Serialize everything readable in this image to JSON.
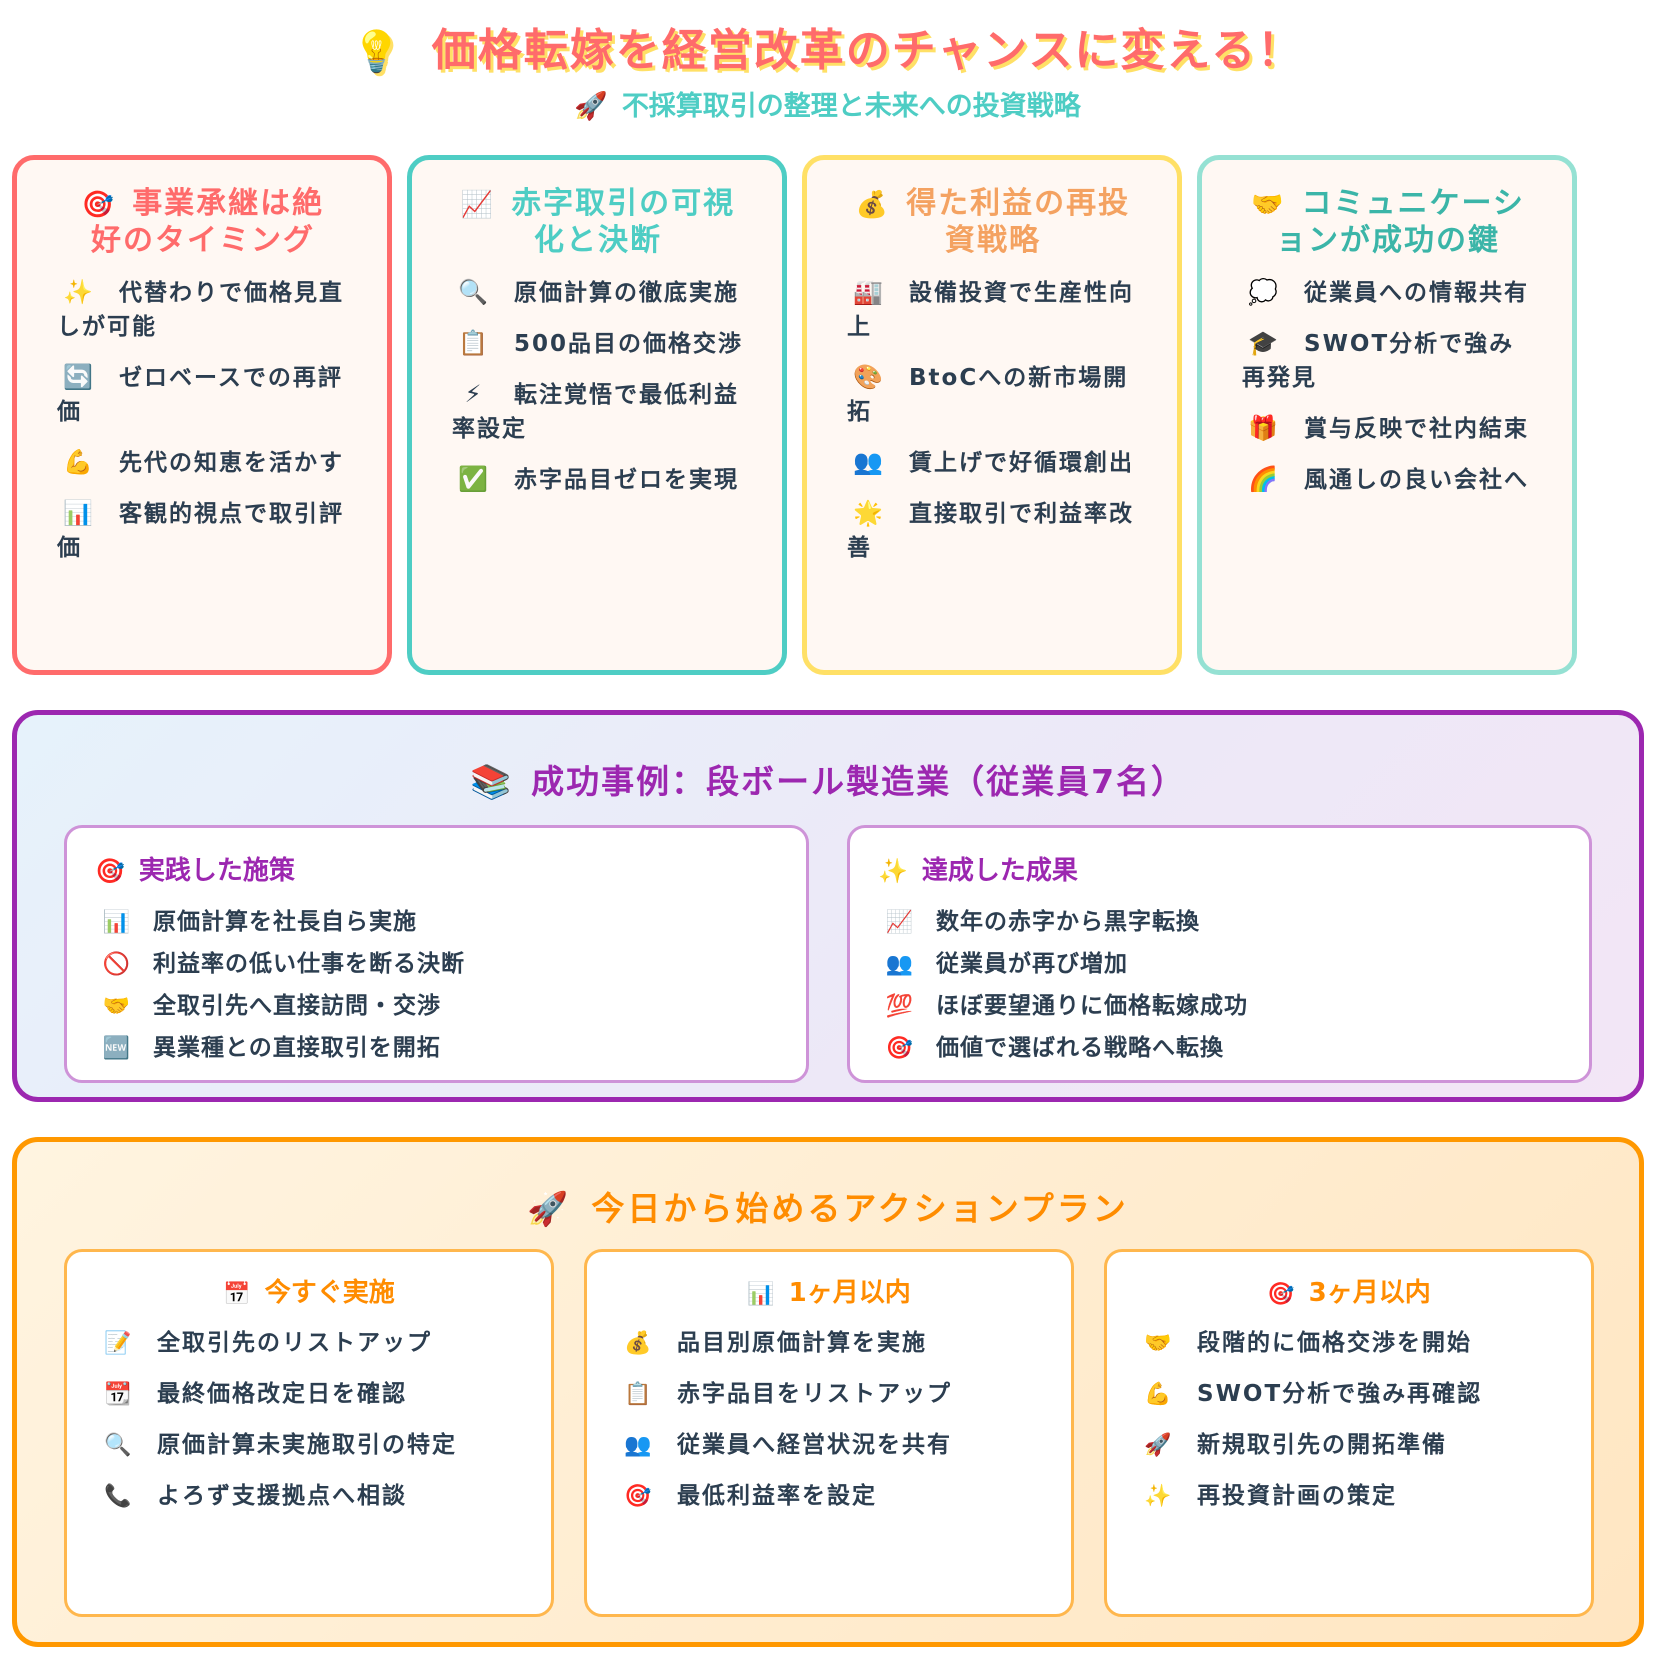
{
  "header": {
    "title_icon": "💡",
    "title": "価格転嫁を経営改革のチャンスに変える！",
    "subtitle_icon": "🚀",
    "subtitle": "不採算取引の整理と未来への投資戦略"
  },
  "cards": [
    {
      "color": "#ff6b6b",
      "title_icon": "🎯",
      "title": "事業承継は絶好のタイミング",
      "items": [
        {
          "icon": "✨",
          "text": "代替わりで価格見直しが可能"
        },
        {
          "icon": "🔄",
          "text": "ゼロベースでの再評価"
        },
        {
          "icon": "💪",
          "text": "先代の知恵を活かす"
        },
        {
          "icon": "📊",
          "text": "客観的視点で取引評価"
        }
      ]
    },
    {
      "color": "#4ecdc4",
      "title_icon": "📈",
      "title": "赤字取引の可視化と決断",
      "items": [
        {
          "icon": "🔍",
          "text": "原価計算の徹底実施"
        },
        {
          "icon": "📋",
          "text": "500品目の価格交渉"
        },
        {
          "icon": "⚡",
          "text": "転注覚悟で最低利益率設定"
        },
        {
          "icon": "✅",
          "text": "赤字品目ゼロを実現"
        }
      ]
    },
    {
      "color": "#ffe066",
      "title_color": "#f4a261",
      "title_icon": "💰",
      "title": "得た利益の再投資戦略",
      "items": [
        {
          "icon": "🏭",
          "text": "設備投資で生産性向上"
        },
        {
          "icon": "🎨",
          "text": "BtoCへの新市場開拓"
        },
        {
          "icon": "👥",
          "text": "賃上げで好循環創出"
        },
        {
          "icon": "🌟",
          "text": "直接取引で利益率改善"
        }
      ]
    },
    {
      "color": "#95e1d3",
      "title_color": "#3bb5a8",
      "title_icon": "🤝",
      "title": "コミュニケーションが成功の鍵",
      "items": [
        {
          "icon": "💭",
          "text": "従業員への情報共有"
        },
        {
          "icon": "🎓",
          "text": "SWOT分析で強み再発見"
        },
        {
          "icon": "🎁",
          "text": "賞与反映で社内結束"
        },
        {
          "icon": "🌈",
          "text": "風通しの良い会社へ"
        }
      ]
    }
  ],
  "case_study": {
    "title_icon": "📚",
    "title": "成功事例：段ボール製造業（従業員7名）",
    "measures": {
      "title_icon": "🎯",
      "title": "実践した施策",
      "items": [
        {
          "icon": "📊",
          "text": "原価計算を社長自ら実施"
        },
        {
          "icon": "🚫",
          "text": "利益率の低い仕事を断る決断"
        },
        {
          "icon": "🤝",
          "text": "全取引先へ直接訪問・交渉"
        },
        {
          "icon": "🆕",
          "text": "異業種との直接取引を開拓"
        }
      ]
    },
    "results": {
      "title_icon": "✨",
      "title": "達成した成果",
      "items": [
        {
          "icon": "📈",
          "text": "数年の赤字から黒字転換"
        },
        {
          "icon": "👥",
          "text": "従業員が再び増加"
        },
        {
          "icon": "💯",
          "text": "ほぼ要望通りに価格転嫁成功"
        },
        {
          "icon": "🎯",
          "text": "価値で選ばれる戦略へ転換"
        }
      ]
    }
  },
  "action_plan": {
    "title_icon": "🚀",
    "title": "今日から始めるアクションプラン",
    "columns": [
      {
        "title_icon": "📅",
        "title": "今すぐ実施",
        "items": [
          {
            "icon": "📝",
            "text": "全取引先のリストアップ"
          },
          {
            "icon": "📆",
            "text": "最終価格改定日を確認"
          },
          {
            "icon": "🔍",
            "text": "原価計算未実施取引の特定"
          },
          {
            "icon": "📞",
            "text": "よろず支援拠点へ相談"
          }
        ]
      },
      {
        "title_icon": "📊",
        "title": "1ヶ月以内",
        "items": [
          {
            "icon": "💰",
            "text": "品目別原価計算を実施"
          },
          {
            "icon": "📋",
            "text": "赤字品目をリストアップ"
          },
          {
            "icon": "👥",
            "text": "従業員へ経営状況を共有"
          },
          {
            "icon": "🎯",
            "text": "最低利益率を設定"
          }
        ]
      },
      {
        "title_icon": "🎯",
        "title": "3ヶ月以内",
        "items": [
          {
            "icon": "🤝",
            "text": "段階的に価格交渉を開始"
          },
          {
            "icon": "💪",
            "text": "SWOT分析で強み再確認"
          },
          {
            "icon": "🚀",
            "text": "新規取引先の開拓準備"
          },
          {
            "icon": "✨",
            "text": "再投資計画の策定"
          }
        ]
      }
    ]
  }
}
